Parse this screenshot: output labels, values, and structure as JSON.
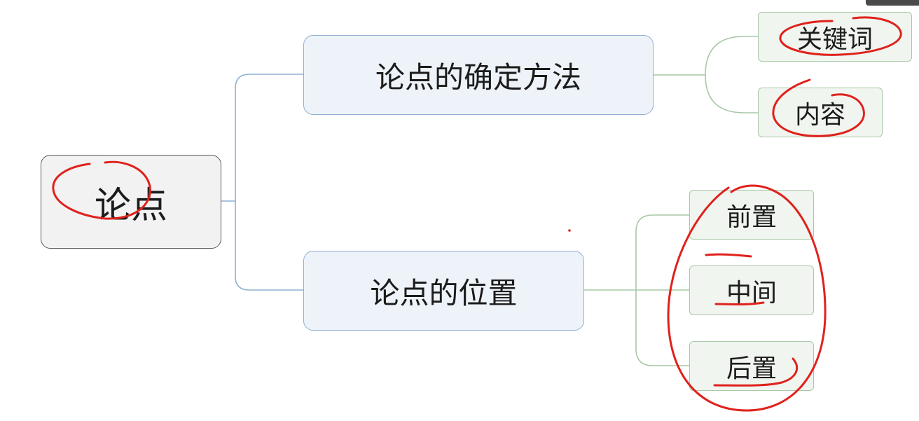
{
  "root": {
    "label": "论点"
  },
  "branches": [
    {
      "label": "论点的确定方法",
      "children": [
        "关键词",
        "内容"
      ]
    },
    {
      "label": "论点的位置",
      "children": [
        "前置",
        "中间",
        "后置"
      ]
    }
  ],
  "colors": {
    "root_border": "#5a5a5a",
    "root_fill": "#f2f2f2",
    "branch_border": "#8fb0d4",
    "branch_fill": "#eef3f9",
    "leaf_border": "#a8c8a6",
    "leaf_fill": "#f1f5f0",
    "connector_blue": "#8fb0d4",
    "connector_green": "#a8c8a6",
    "annotation_ink": "#e0211b"
  }
}
